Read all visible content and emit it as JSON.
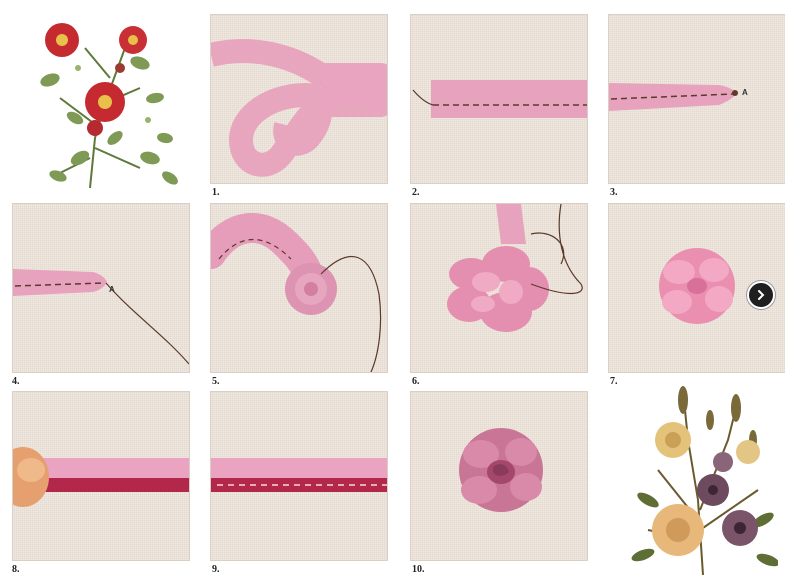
{
  "steps": [
    {
      "label": "1."
    },
    {
      "label": "2."
    },
    {
      "label": "3."
    },
    {
      "label": "4."
    },
    {
      "label": "5."
    },
    {
      "label": "6."
    },
    {
      "label": "7."
    },
    {
      "label": "8."
    },
    {
      "label": "9."
    },
    {
      "label": "10."
    }
  ],
  "point_marker": "A",
  "icons": {
    "next": "chevron-right-icon"
  },
  "colors": {
    "ribbon_pink": "#e7a2bd",
    "ribbon_dark": "#b3284a",
    "fabric": "#eee4da",
    "thread": "#5b3a2a"
  }
}
